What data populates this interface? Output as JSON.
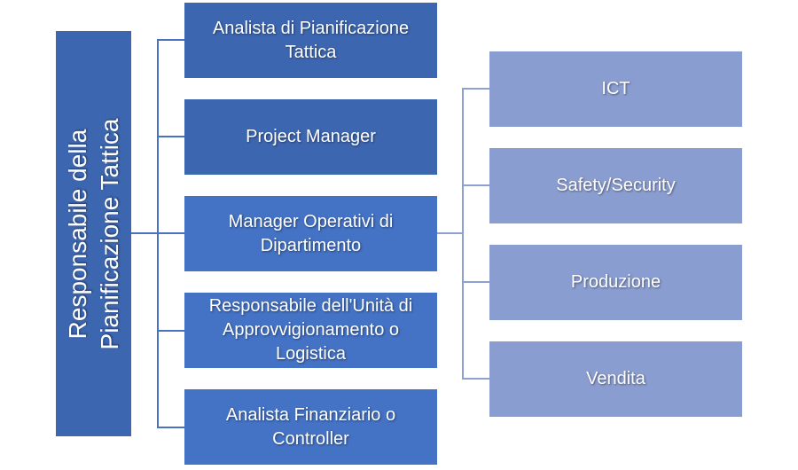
{
  "root": {
    "line1": "Responsabile della",
    "line2": "Pianificazione Tattica"
  },
  "roles": [
    "Analista di Pianificazione Tattica",
    "Project Manager",
    "Manager Operativi di Dipartimento",
    "Responsabile dell'Unità di Approvvigionamento o Logistica",
    "Analista Finanziario o Controller"
  ],
  "departments": [
    "ICT",
    "Safety/Security",
    "Produzione",
    "Vendita"
  ],
  "colors": {
    "root": "#3d66b0",
    "dark": "#3d66b0",
    "mid": "#4472c4",
    "light": "#8a9dd0"
  }
}
